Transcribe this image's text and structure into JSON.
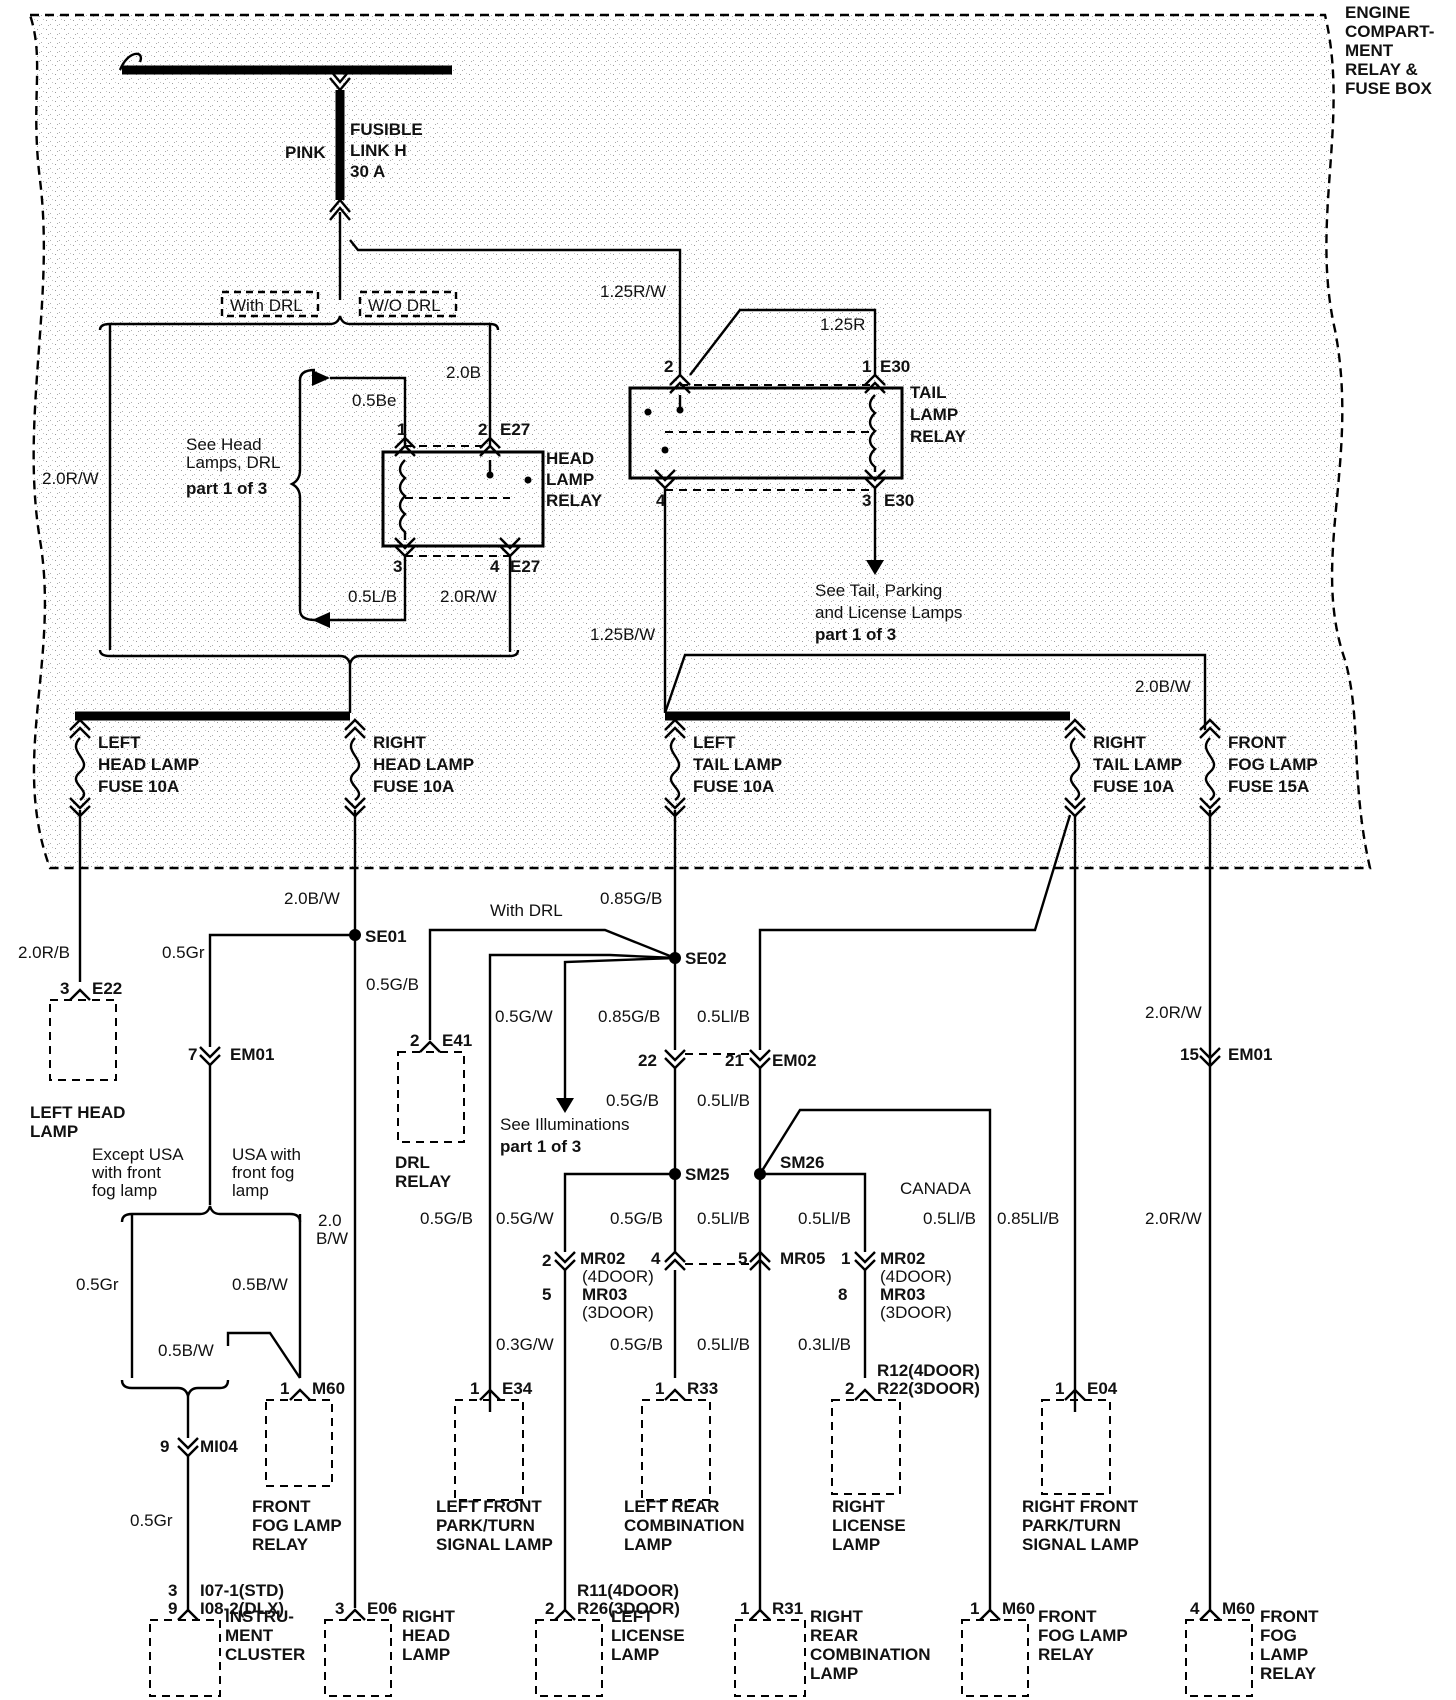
{
  "header": {
    "box_title": [
      "ENGINE",
      "COMPART-",
      "MENT",
      "RELAY &",
      "FUSE BOX"
    ]
  },
  "fusible": {
    "color": "PINK",
    "name": [
      "FUSIBLE",
      "LINK H",
      "30 A"
    ]
  },
  "drl_options": {
    "with": "With DRL",
    "without": "W/O DRL"
  },
  "head_relay": {
    "name": [
      "HEAD",
      "LAMP",
      "RELAY"
    ],
    "connector_top": "E27",
    "connector_bottom": "E27",
    "pins": {
      "p1": "1",
      "p2": "2",
      "p3": "3",
      "p4": "4"
    },
    "wires": {
      "in_top": "0.5Be",
      "feed": "2.0B",
      "out_left": "0.5L/B",
      "out_right": "2.0R/W"
    },
    "see_ref": [
      "See Head",
      "Lamps, DRL",
      "part 1 of 3"
    ]
  },
  "tail_relay": {
    "name": [
      "TAIL",
      "LAMP",
      "RELAY"
    ],
    "connector_top": "E30",
    "connector_bottom": "E30",
    "pins": {
      "p1": "1",
      "p2": "2",
      "p3": "3",
      "p4": "4"
    },
    "wires": {
      "in_left": "1.25R/W",
      "in_right": "1.25R",
      "out": "1.25B/W"
    },
    "see_ref": [
      "See Tail, Parking",
      "and License Lamps",
      "part 1 of 3"
    ]
  },
  "wire_left_main": "2.0R/W",
  "fog_feed": "2.0B/W",
  "fuses": [
    {
      "lines": [
        "LEFT",
        "HEAD LAMP",
        "FUSE 10A"
      ]
    },
    {
      "lines": [
        "RIGHT",
        "HEAD LAMP",
        "FUSE 10A"
      ]
    },
    {
      "lines": [
        "LEFT",
        "TAIL LAMP",
        "FUSE 10A"
      ]
    },
    {
      "lines": [
        "RIGHT",
        "TAIL LAMP",
        "FUSE 10A"
      ]
    },
    {
      "lines": [
        "FRONT",
        "FOG LAMP",
        "FUSE 15A"
      ]
    }
  ],
  "splices": {
    "se01": "SE01",
    "se02": "SE02",
    "sm25": "SM25",
    "sm26": "SM26"
  },
  "wires": {
    "w_rh_20bw": "2.0B/W",
    "w_lh_20rb": "2.0R/B",
    "w_05gr": "0.5Gr",
    "w_085gb": "0.85G/B",
    "with_drl": "With DRL",
    "w_05gb_a": "0.5G/B",
    "w_05gw_a": "0.5G/W",
    "w_085gb_b": "0.85G/B",
    "w_05lib_a": "0.5Ll/B",
    "w_05gb_b": "0.5G/B",
    "w_05lib_b": "0.5Ll/B",
    "w_05gb_c": "0.5G/B",
    "w_05gw_b": "0.5G/W",
    "w_05gb_d": "0.5G/B",
    "w_05lib_c": "0.5Ll/B",
    "w_05lib_d": "0.5Ll/B",
    "canada": "CANADA",
    "w_05lib_e": "0.5Ll/B",
    "w_085lib": "0.85Ll/B",
    "w_03gw": "0.3G/W",
    "w_05gb_e": "0.5G/B",
    "w_05lib_f": "0.5Ll/B",
    "w_03lib": "0.3Ll/B",
    "w_fog_20rw_a": "2.0R/W",
    "w_fog_20rw_b": "2.0R/W",
    "w_05gr_b": "0.5Gr",
    "w_05bw_a": "0.5B/W",
    "w_05bw_b": "0.5B/W",
    "w_20": "2.0",
    "w_bw": "B/W",
    "w_05gr_c": "0.5Gr"
  },
  "variants": {
    "except_usa": [
      "Except USA",
      "with front",
      "fog lamp"
    ],
    "usa_with": [
      "USA with",
      "front fog",
      "lamp"
    ],
    "see_illum": [
      "See Illuminations",
      "part 1 of 3"
    ]
  },
  "connectors": {
    "em01_a": {
      "pin": "7",
      "id": "EM01"
    },
    "em01_b": {
      "pin": "15",
      "id": "EM01"
    },
    "em02": {
      "pin_a": "22",
      "pin_b": "21",
      "id": "EM02"
    },
    "mr02_l": {
      "pin": "2",
      "id": "MR02",
      "sub": "(4DOOR)",
      "pin2": "5",
      "id2": "MR03",
      "sub2": "(3DOOR)"
    },
    "mr05": {
      "pin_a": "4",
      "pin_b": "5",
      "id": "MR05"
    },
    "mr02_r": {
      "pin": "1",
      "id": "MR02",
      "sub": "(4DOOR)",
      "pin2": "8",
      "id2": "MR03",
      "sub2": "(3DOOR)"
    },
    "mi04": {
      "pin": "9",
      "id": "MI04"
    }
  },
  "components": [
    {
      "key": "left_head",
      "pin": "3",
      "conn": "E22",
      "label": [
        "LEFT HEAD",
        "LAMP"
      ]
    },
    {
      "key": "drl",
      "pin": "2",
      "conn": "E41",
      "label": [
        "DRL",
        "RELAY"
      ]
    },
    {
      "key": "fog_relay_a",
      "pin": "1",
      "conn": "M60",
      "label": [
        "FRONT",
        "FOG LAMP",
        "RELAY"
      ]
    },
    {
      "key": "lf_park",
      "pin": "1",
      "conn": "E34",
      "label": [
        "LEFT FRONT",
        "PARK/TURN",
        "SIGNAL LAMP"
      ]
    },
    {
      "key": "lr_comb",
      "pin": "1",
      "conn": "R33",
      "label": [
        "LEFT REAR",
        "COMBINATION",
        "LAMP"
      ]
    },
    {
      "key": "r_license",
      "pin": "2",
      "conn": "R12(4DOOR)",
      "conn2": "R22(3DOOR)",
      "label": [
        "RIGHT",
        "LICENSE",
        "LAMP"
      ]
    },
    {
      "key": "rf_park",
      "pin": "1",
      "conn": "E04",
      "label": [
        "RIGHT FRONT",
        "PARK/TURN",
        "SIGNAL LAMP"
      ]
    },
    {
      "key": "cluster",
      "pin": "9",
      "pin2": "3",
      "conn": "I07-1(STD)",
      "conn2": "I08-2(DLX)",
      "label": [
        "INSTRU-",
        "MENT",
        "CLUSTER"
      ]
    },
    {
      "key": "r_head",
      "pin": "3",
      "conn": "E06",
      "label": [
        "RIGHT",
        "HEAD",
        "LAMP"
      ]
    },
    {
      "key": "l_license",
      "pin": "2",
      "conn": "R11(4DOOR)",
      "conn2": "R26(3DOOR)",
      "label": [
        "LEFT",
        "LICENSE",
        "LAMP"
      ]
    },
    {
      "key": "rr_comb",
      "pin": "1",
      "conn": "R31",
      "label": [
        "RIGHT",
        "REAR",
        "COMBINATION",
        "LAMP"
      ]
    },
    {
      "key": "fog_relay_b",
      "pin": "1",
      "conn": "M60",
      "label": [
        "FRONT",
        "FOG LAMP",
        "RELAY"
      ]
    },
    {
      "key": "fog_relay_c",
      "pin": "4",
      "conn": "M60",
      "label": [
        "FRONT",
        "FOG",
        "LAMP",
        "RELAY"
      ]
    }
  ]
}
